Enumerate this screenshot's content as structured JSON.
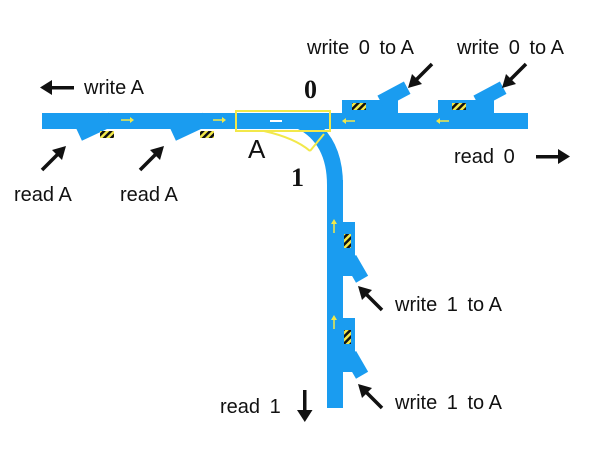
{
  "colors": {
    "track": "#1a9cf0",
    "switch_outline": "#f2e84a",
    "hatch_yellow": "#f2e84a",
    "hatch_dark": "#111111",
    "arrow": "#111111",
    "background": "#ffffff"
  },
  "labels": {
    "write_a": "write A",
    "read_a_1": "read A",
    "read_a_2": "read A",
    "write0_1_prefix": "write",
    "write0_1_digit": "0",
    "write0_1_suffix": "to A",
    "write0_2_prefix": "write",
    "write0_2_digit": "0",
    "write0_2_suffix": "to A",
    "read0_prefix": "read",
    "read0_digit": "0",
    "write1_1_prefix": "write",
    "write1_1_digit": "1",
    "write1_1_suffix": "to A",
    "write1_2_prefix": "write",
    "write1_2_digit": "1",
    "write1_2_suffix": "to A",
    "read1_prefix": "read",
    "read1_digit": "1",
    "switch_name": "A",
    "branch_0": "0",
    "branch_1": "1"
  }
}
